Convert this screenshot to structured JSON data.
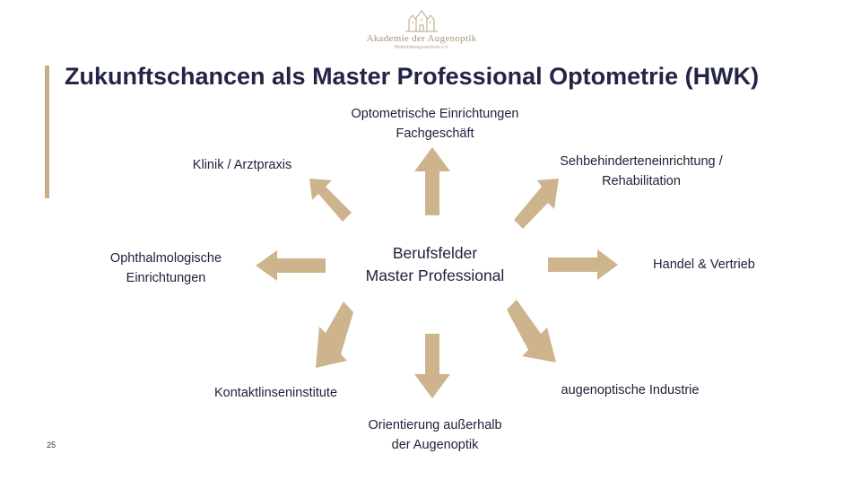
{
  "logo": {
    "name": "Akademie der Augenoptik",
    "subtitle": "Weiterbildungszentrum e.V."
  },
  "title": "Zukunftschancen als Master Professional Optometrie (HWK)",
  "center": {
    "line1": "Berufsfelder",
    "line2": "Master Professional"
  },
  "fields": {
    "top": {
      "line1": "Optometrische Einrichtungen",
      "line2": "Fachgeschäft"
    },
    "top_left": {
      "line1": "Klinik / Arztpraxis"
    },
    "top_right": {
      "line1": "Sehbehinderteneinrichtung /",
      "line2": "Rehabilitation"
    },
    "left": {
      "line1": "Ophthalmologische",
      "line2": "Einrichtungen"
    },
    "right": {
      "line1": "Handel & Vertrieb"
    },
    "bottom_left": {
      "line1": "Kontaktlinseninstitute"
    },
    "bottom_right": {
      "line1": "augenoptische Industrie"
    },
    "bottom": {
      "line1": "Orientierung außerhalb",
      "line2": "der Augenoptik"
    }
  },
  "page_number": "25",
  "colors": {
    "arrow": "#cdb48c",
    "accent_bar": "#c8ad8a",
    "title": "#232446"
  }
}
